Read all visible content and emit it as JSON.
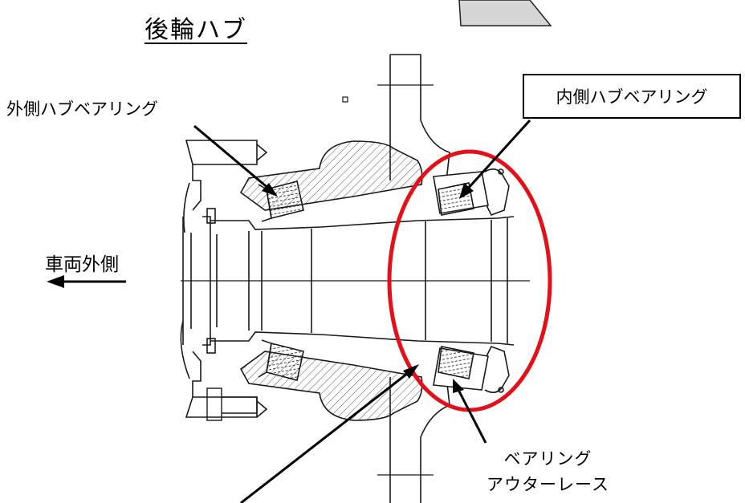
{
  "title": "後輪ハブ",
  "labels": {
    "outer_bearing": "外側ハブベアリング",
    "inner_bearing": "内側ハブベアリング",
    "vehicle_outer": "車両外側",
    "outer_race_line1": "ベアリング",
    "outer_race_line2": "アウターレース"
  },
  "colors": {
    "highlight": "#e3101a",
    "ink": "#1a1a1a",
    "hatch": "#555555",
    "grey_fill": "#d6d6d6"
  }
}
